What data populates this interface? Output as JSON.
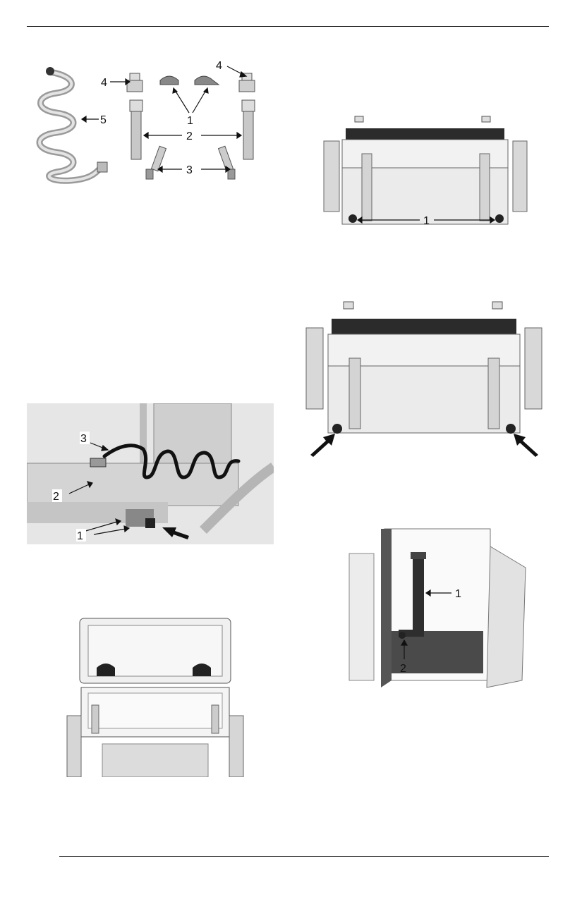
{
  "figures": {
    "parts_kit": {
      "callouts": [
        "4",
        "1",
        "4",
        "5",
        "2",
        "3"
      ]
    },
    "box_bottom_plugs": {
      "callouts": [
        "1"
      ]
    },
    "box_bottom_arrows": {
      "callouts": []
    },
    "hose_install": {
      "callouts": [
        "3",
        "2",
        "1"
      ]
    },
    "box_open_lid": {
      "callouts": []
    },
    "box_interior_tube": {
      "callouts": [
        "1",
        "2"
      ]
    }
  }
}
